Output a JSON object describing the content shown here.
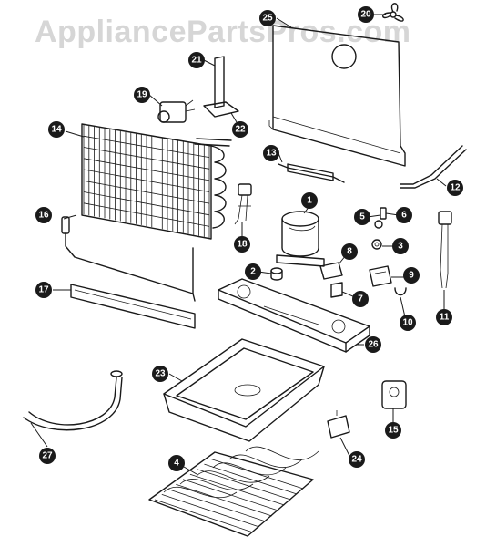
{
  "watermark": "AppliancePartsPros.com",
  "callouts": {
    "c1": "1",
    "c2": "2",
    "c3": "3",
    "c4": "4",
    "c5": "5",
    "c6": "6",
    "c7": "7",
    "c8": "8",
    "c9": "9",
    "c10": "10",
    "c11": "11",
    "c12": "12",
    "c13": "13",
    "c14": "14",
    "c15": "15",
    "c16": "16",
    "c17": "17",
    "c18": "18",
    "c19": "19",
    "c20": "20",
    "c21": "21",
    "c22": "22",
    "c23": "23",
    "c24": "24",
    "c25": "25",
    "c26": "26",
    "c27": "27"
  },
  "colors": {
    "ink": "#1a1a1a",
    "watermark": "#d6d6d6",
    "background": "#ffffff"
  }
}
